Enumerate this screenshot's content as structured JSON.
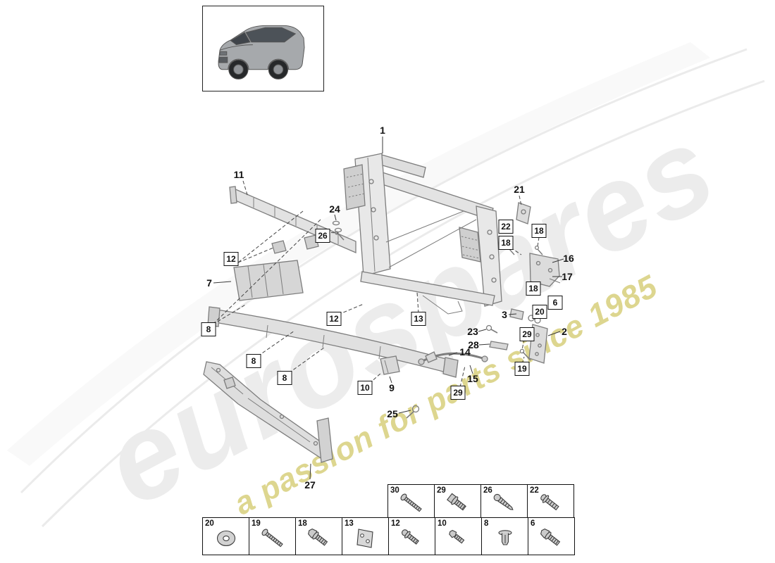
{
  "watermark": {
    "brand": "eurospares",
    "tagline": "a passion for parts since 1985",
    "brand_color": "#ececec",
    "tagline_color": "#ddd68f"
  },
  "vehicle": {
    "icon": "porsche-cayenne-suv-thumbnail"
  },
  "colors": {
    "line_art": "#7d7d7d",
    "leader": "#3a3a3a"
  },
  "callouts": [
    {
      "label": "1",
      "boxed": false
    },
    {
      "label": "11",
      "boxed": false
    },
    {
      "label": "24",
      "boxed": false
    },
    {
      "label": "26",
      "boxed": true
    },
    {
      "label": "21",
      "boxed": false
    },
    {
      "label": "22",
      "boxed": true
    },
    {
      "label": "18",
      "boxed": true
    },
    {
      "label": "18",
      "boxed": true
    },
    {
      "label": "16",
      "boxed": false
    },
    {
      "label": "17",
      "boxed": false
    },
    {
      "label": "18",
      "boxed": true
    },
    {
      "label": "12",
      "boxed": true
    },
    {
      "label": "7",
      "boxed": false
    },
    {
      "label": "6",
      "boxed": true
    },
    {
      "label": "20",
      "boxed": true
    },
    {
      "label": "3",
      "boxed": false
    },
    {
      "label": "23",
      "boxed": false
    },
    {
      "label": "2",
      "boxed": false
    },
    {
      "label": "29",
      "boxed": true
    },
    {
      "label": "28",
      "boxed": false
    },
    {
      "label": "14",
      "boxed": false
    },
    {
      "label": "12",
      "boxed": true
    },
    {
      "label": "13",
      "boxed": true
    },
    {
      "label": "8",
      "boxed": true
    },
    {
      "label": "8",
      "boxed": true
    },
    {
      "label": "8",
      "boxed": true
    },
    {
      "label": "15",
      "boxed": false
    },
    {
      "label": "10",
      "boxed": true
    },
    {
      "label": "9",
      "boxed": false
    },
    {
      "label": "19",
      "boxed": true
    },
    {
      "label": "29",
      "boxed": true
    },
    {
      "label": "25",
      "boxed": false
    },
    {
      "label": "27",
      "boxed": false
    }
  ],
  "fastener_legend": {
    "top_row": [
      {
        "num": "30",
        "icon": "long-screw"
      },
      {
        "num": "29",
        "icon": "flange-bolt"
      },
      {
        "num": "26",
        "icon": "tapping-screw"
      },
      {
        "num": "22",
        "icon": "pan-screw"
      }
    ],
    "bottom_row": [
      {
        "num": "20",
        "icon": "washer"
      },
      {
        "num": "19",
        "icon": "long-screw"
      },
      {
        "num": "18",
        "icon": "hex-bolt"
      },
      {
        "num": "13",
        "icon": "plate"
      },
      {
        "num": "12",
        "icon": "screw-washer"
      },
      {
        "num": "10",
        "icon": "small-hex-bolt"
      },
      {
        "num": "8",
        "icon": "expansion-rivet"
      },
      {
        "num": "6",
        "icon": "hex-bolt"
      }
    ]
  }
}
